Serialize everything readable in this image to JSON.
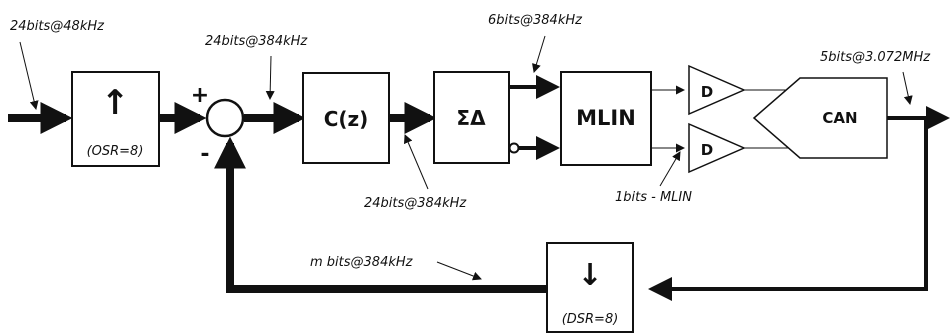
{
  "labels": {
    "input_rate": "24bits@48kHz",
    "upsample_out_rate": "24bits@384kHz",
    "filter_out_rate": "24bits@384kHz",
    "sd_out_rate": "6bits@384kHz",
    "dac_out_rate": "5bits@3.072MHz",
    "mlin_out": "1bits - MLIN",
    "feedback_rate": "m bits@384kHz"
  },
  "blocks": {
    "upsampler": {
      "arrow": "↑",
      "param": "(OSR=8)"
    },
    "filter": "C(z)",
    "sigma_delta": "ΣΔ",
    "mlin": "MLIN",
    "delay_top": "D",
    "delay_bottom": "D",
    "dac": "CAN",
    "downsampler": {
      "arrow": "↓",
      "param": "(DSR=8)"
    }
  },
  "summer": {
    "plus": "+",
    "minus": "-"
  }
}
